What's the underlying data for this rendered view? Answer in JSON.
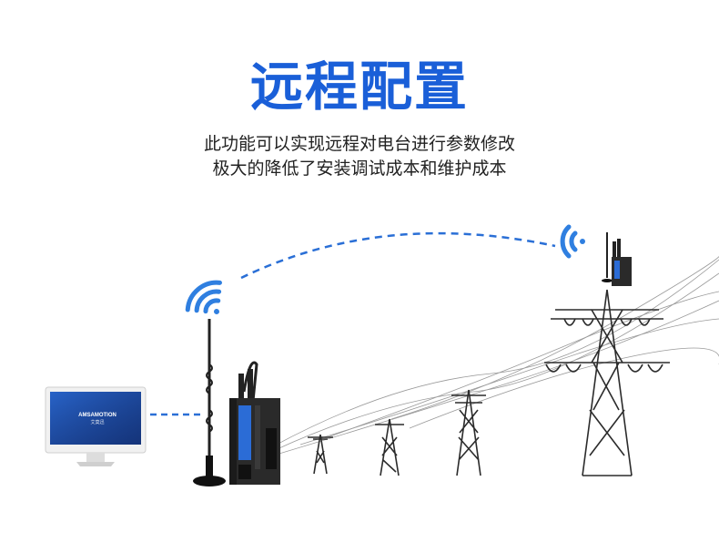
{
  "header": {
    "title": "远程配置",
    "description_lines": [
      "此功能可以实现远程对电台进行参数修改",
      "极大的降低了安装调试成本和维护成本"
    ]
  },
  "monitor": {
    "brand": "AMSAMOTION",
    "brand_sub": "艾莫迅"
  },
  "colors": {
    "accent": "#1a5fd8",
    "signal": "#2f7fe0",
    "link_dash": "#2a6fd6",
    "tower": "#2b2b2b",
    "wire": "#9a9a9a"
  },
  "icons": [
    "wifi-signal-icon",
    "antenna-icon",
    "radio-device-icon",
    "monitor-icon",
    "power-tower-icon"
  ]
}
